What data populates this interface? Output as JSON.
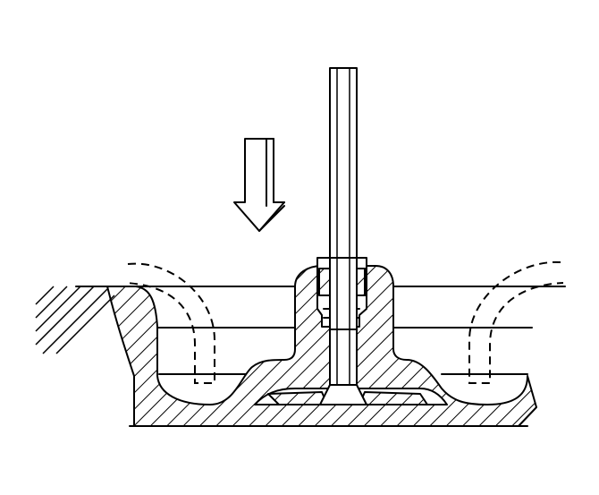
{
  "diagram": {
    "ink_color": "#000000",
    "paper_color": "#ffffff",
    "parts": [
      {
        "name": "press-direction-arrow",
        "direction": "down"
      },
      {
        "name": "cylinder-head-section",
        "fill": "hatched"
      },
      {
        "name": "valve-stem"
      },
      {
        "name": "valve-guide-seal-tool"
      },
      {
        "name": "valve-spring-left",
        "style": "dashed"
      },
      {
        "name": "valve-spring-right",
        "style": "dashed"
      }
    ]
  }
}
